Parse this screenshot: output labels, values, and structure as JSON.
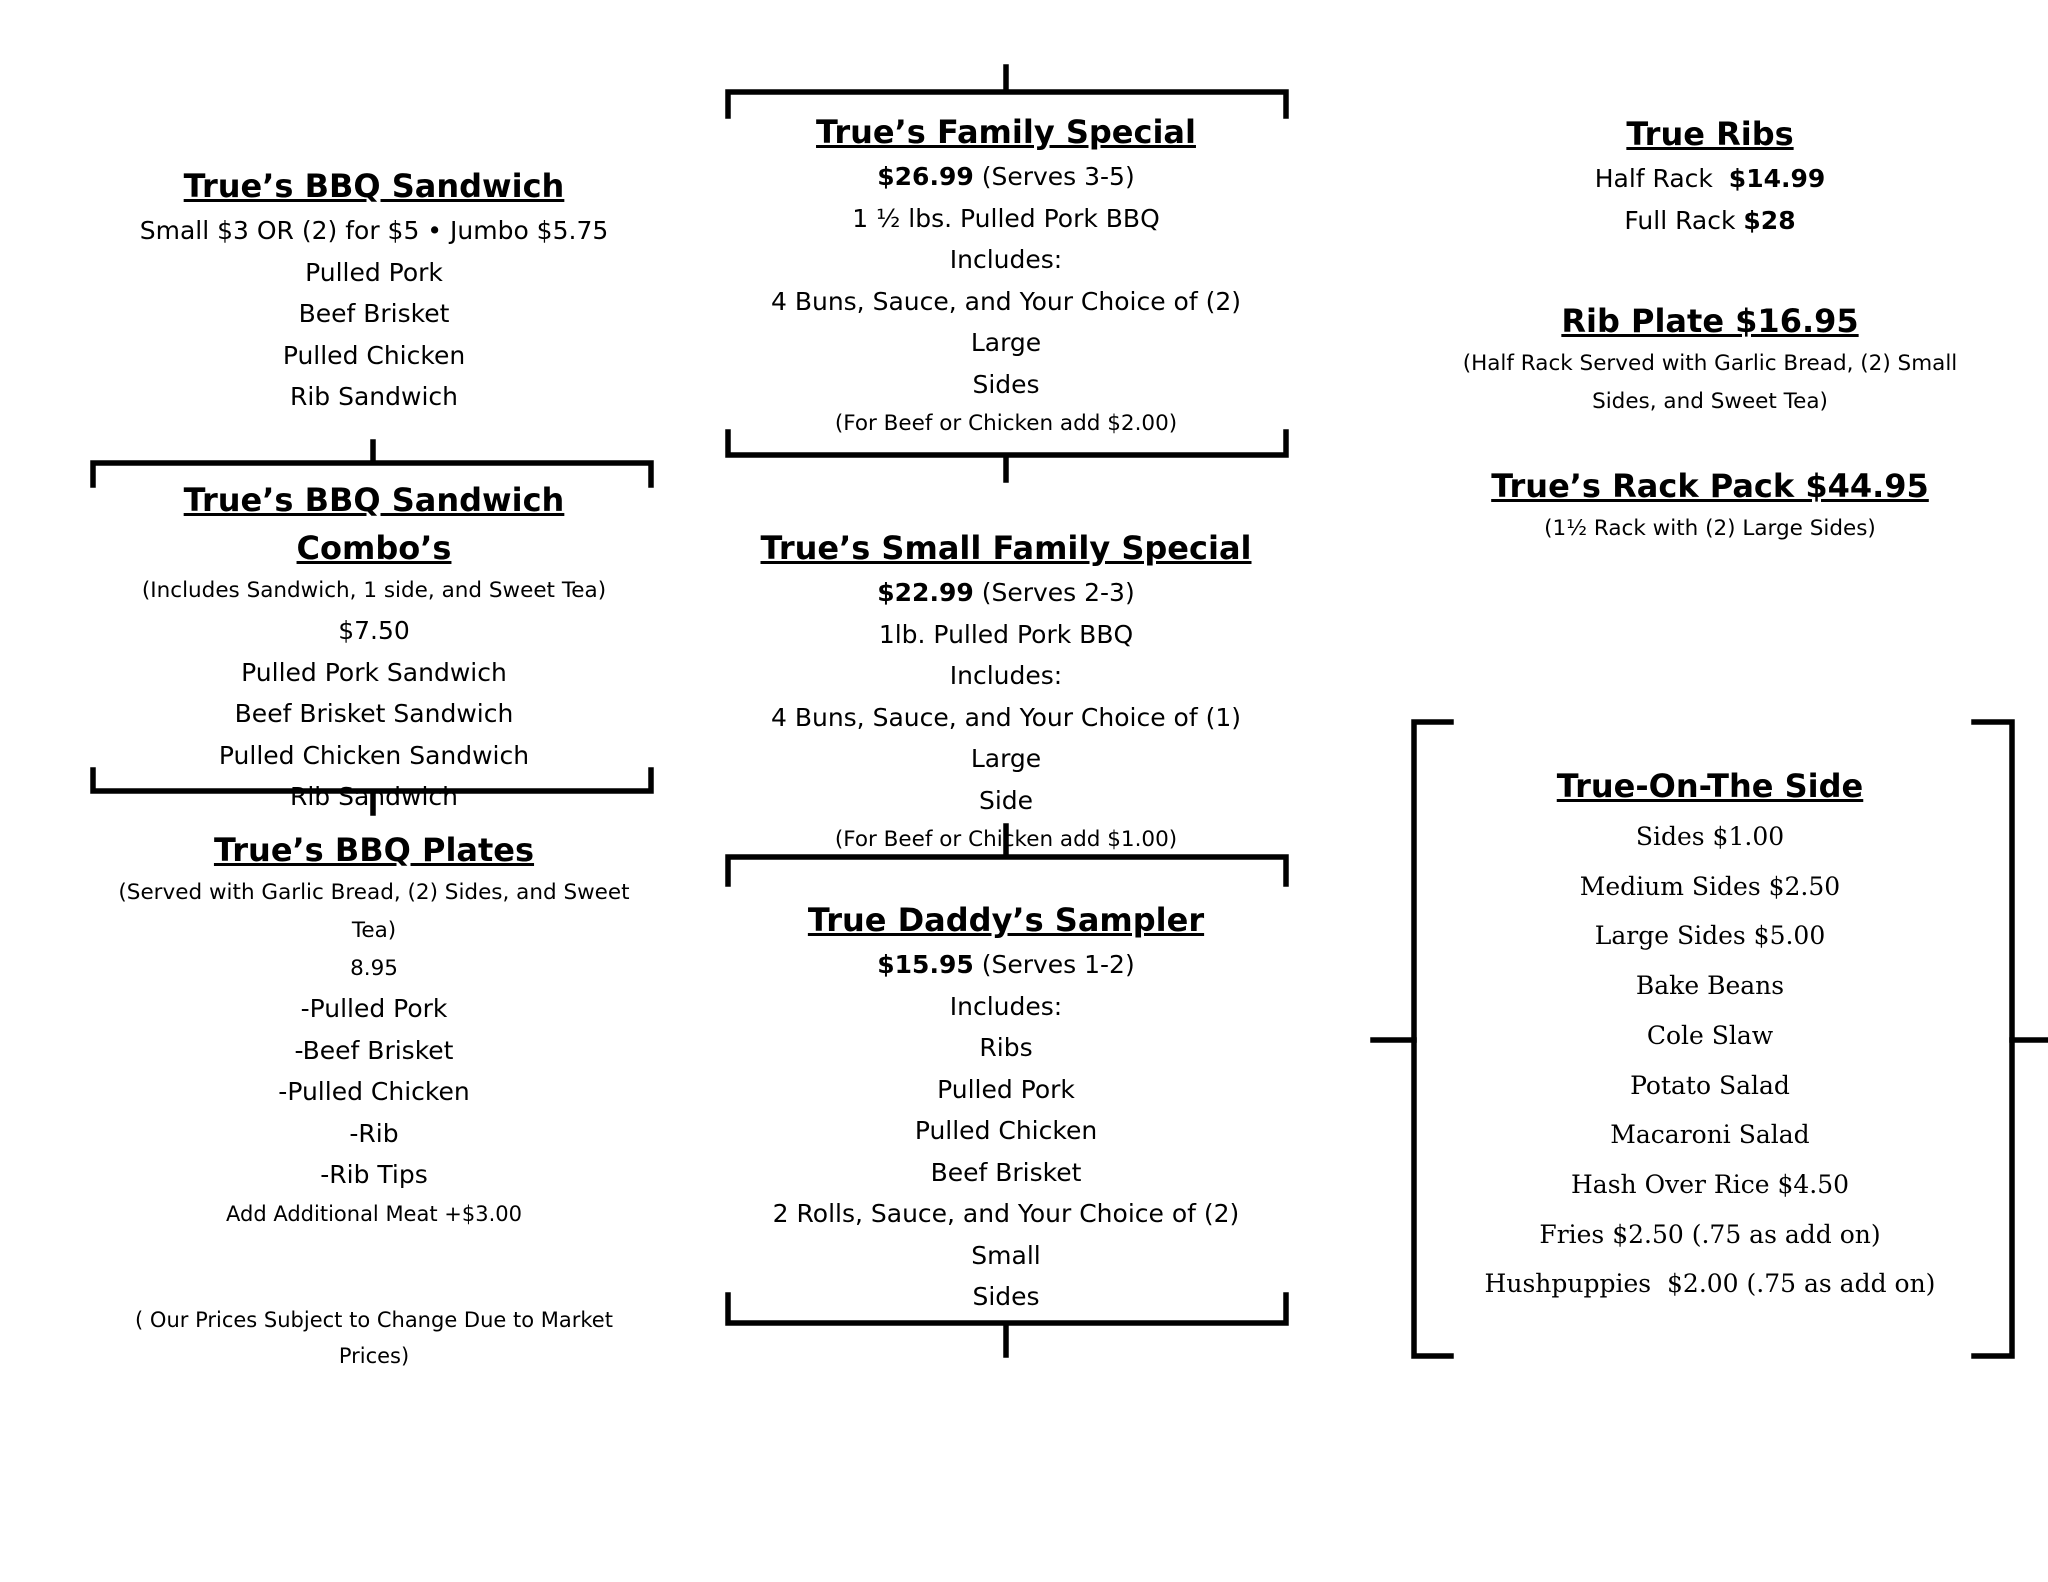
{
  "bbq_sandwich": {
    "title": "True’s BBQ Sandwich",
    "prices": "Small $3 OR (2) for $5 • Jumbo $5.75",
    "items": [
      "Pulled Pork",
      "Beef Brisket",
      "Pulled Chicken",
      "Rib Sandwich"
    ]
  },
  "combos": {
    "title": "True’s BBQ Sandwich Combo’s",
    "note": "(Includes Sandwich, 1 side, and Sweet Tea)",
    "price": "$7.50",
    "items": [
      "Pulled Pork Sandwich",
      "Beef Brisket Sandwich",
      "Pulled Chicken Sandwich",
      "Rib Sandwich"
    ]
  },
  "plates": {
    "title": "True’s BBQ Plates",
    "note_line1": "(Served with Garlic Bread, (2) Sides, and Sweet",
    "note_line2": "Tea)",
    "price": "8.95",
    "items": [
      "-Pulled Pork",
      "-Beef Brisket",
      "-Pulled Chicken",
      "-Rib",
      "-Rib Tips"
    ],
    "addon": "Add Additional Meat  +$3.00",
    "disclaimer": "( Our Prices Subject to Change Due to Market Prices)"
  },
  "family_special": {
    "title": "True’s Family Special",
    "price": "$26.99",
    "serves": " (Serves 3-5)",
    "meat": "1 ½ lbs. Pulled Pork BBQ",
    "includes": "Includes:",
    "desc_line1": "4 Buns, Sauce, and Your Choice of (2) Large",
    "desc_line2": "Sides",
    "note": "(For Beef or Chicken add $2.00)"
  },
  "small_family_special": {
    "title": "True’s Small Family Special",
    "price": "$22.99",
    "serves": " (Serves 2-3)",
    "meat": "1lb. Pulled Pork BBQ",
    "includes": "Includes:",
    "desc_line1": "4 Buns, Sauce, and Your Choice of (1) Large",
    "desc_line2": "Side",
    "note": "(For Beef or Chicken add $1.00)"
  },
  "sampler": {
    "title": "True Daddy’s Sampler",
    "price": "$15.95",
    "serves": " (Serves 1-2)",
    "includes": "Includes:",
    "items": [
      "Ribs",
      "Pulled Pork",
      "Pulled Chicken",
      "Beef Brisket"
    ],
    "desc_line1": "2 Rolls, Sauce, and Your Choice of (2) Small",
    "desc_line2": "Sides"
  },
  "ribs": {
    "title": "True Ribs",
    "half_label": "Half Rack  ",
    "half_price": "$14.99",
    "full_label": "Full Rack ",
    "full_price": "$28"
  },
  "rib_plate": {
    "title": "Rib Plate $16.95",
    "note_line1": "(Half Rack Served with Garlic Bread, (2) Small",
    "note_line2": "Sides, and Sweet Tea)"
  },
  "rack_pack": {
    "title": "True’s Rack Pack $44.95",
    "note": "(1½ Rack with (2) Large Sides)"
  },
  "sides": {
    "title": "True-On-The Side",
    "items": [
      "Sides $1.00",
      "Medium Sides $2.50",
      "Large Sides $5.00",
      "Bake Beans",
      "Cole Slaw",
      "Potato Salad",
      "Macaroni Salad",
      "Hash Over Rice $4.50",
      "Fries $2.50 (.75 as add on)",
      "Hushpuppies  $2.00 (.75 as add on)"
    ]
  }
}
